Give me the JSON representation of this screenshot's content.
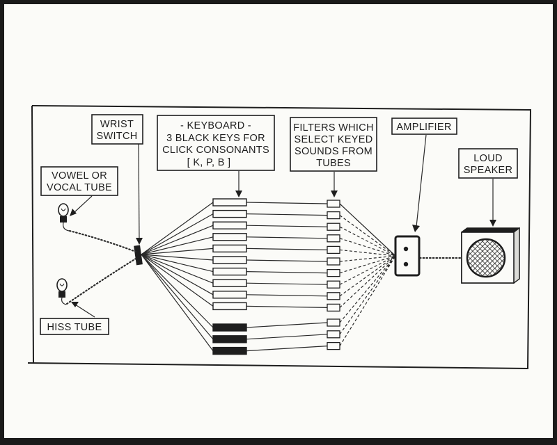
{
  "labels": {
    "wrist_switch": [
      "WRIST",
      "SWITCH"
    ],
    "keyboard": [
      "- KEYBOARD -",
      "3 BLACK KEYS FOR",
      "CLICK CONSONANTS",
      "[ K, P, B ]"
    ],
    "filters": [
      "FILTERS WHICH",
      "SELECT  KEYED",
      "SOUNDS FROM",
      "TUBES"
    ],
    "amplifier": [
      "AMPLIFIER"
    ],
    "loud_speaker": [
      "LOUD",
      "SPEAKER"
    ],
    "vowel_tube": [
      "VOWEL OR",
      "VOCAL TUBE"
    ],
    "hiss_tube": [
      "HISS TUBE"
    ]
  },
  "keyboard": {
    "white_keys": 10,
    "black_keys": 3
  },
  "colors": {
    "paper": "#fbfbf8",
    "ink": "#1e1e1e",
    "border": "#1a1a1a"
  }
}
